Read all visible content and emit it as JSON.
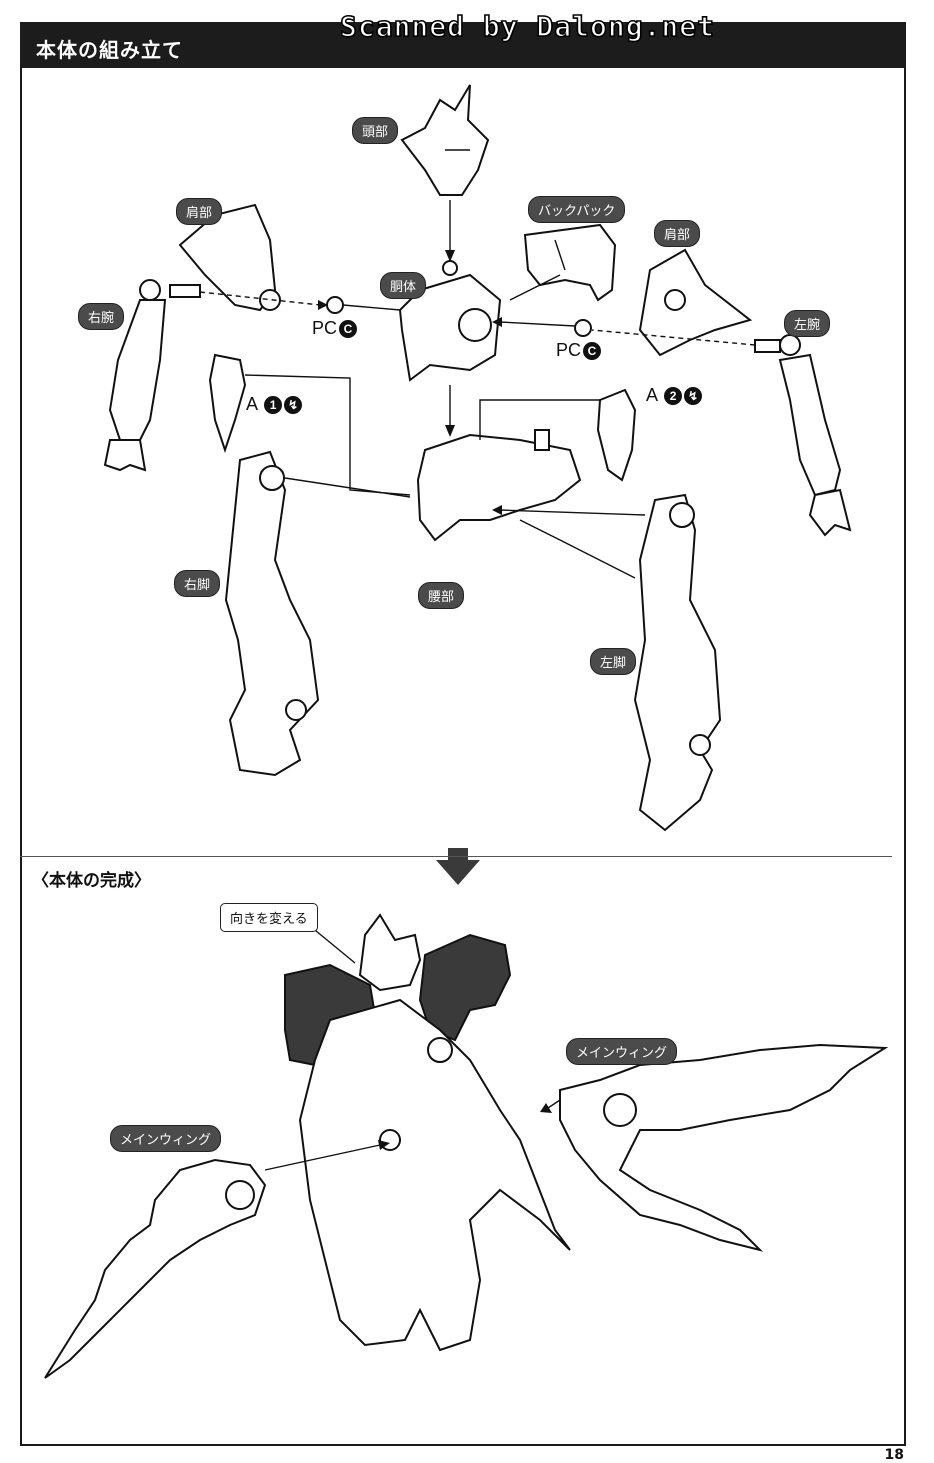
{
  "page": {
    "watermark": "Scanned by Dalong.net",
    "title": "本体の組み立て",
    "page_number": "18"
  },
  "assembly": {
    "labels": {
      "head": "頭部",
      "shoulder_right": "肩部",
      "shoulder_left": "肩部",
      "backpack": "バックパック",
      "torso": "胴体",
      "right_arm": "右腕",
      "left_arm": "左腕",
      "waist": "腰部",
      "right_leg": "右脚",
      "left_leg": "左脚"
    },
    "pc_right": {
      "code": "PC",
      "badge": "C"
    },
    "pc_left": {
      "code": "PC",
      "badge": "C"
    },
    "part_a1": {
      "code": "A",
      "number": "1"
    },
    "part_a2": {
      "code": "A",
      "number": "2"
    }
  },
  "completion": {
    "title": "〈本体の完成〉",
    "callout": "向きを変える",
    "wing_right_label": "メインウィング",
    "wing_left_label": "メインウィング"
  }
}
